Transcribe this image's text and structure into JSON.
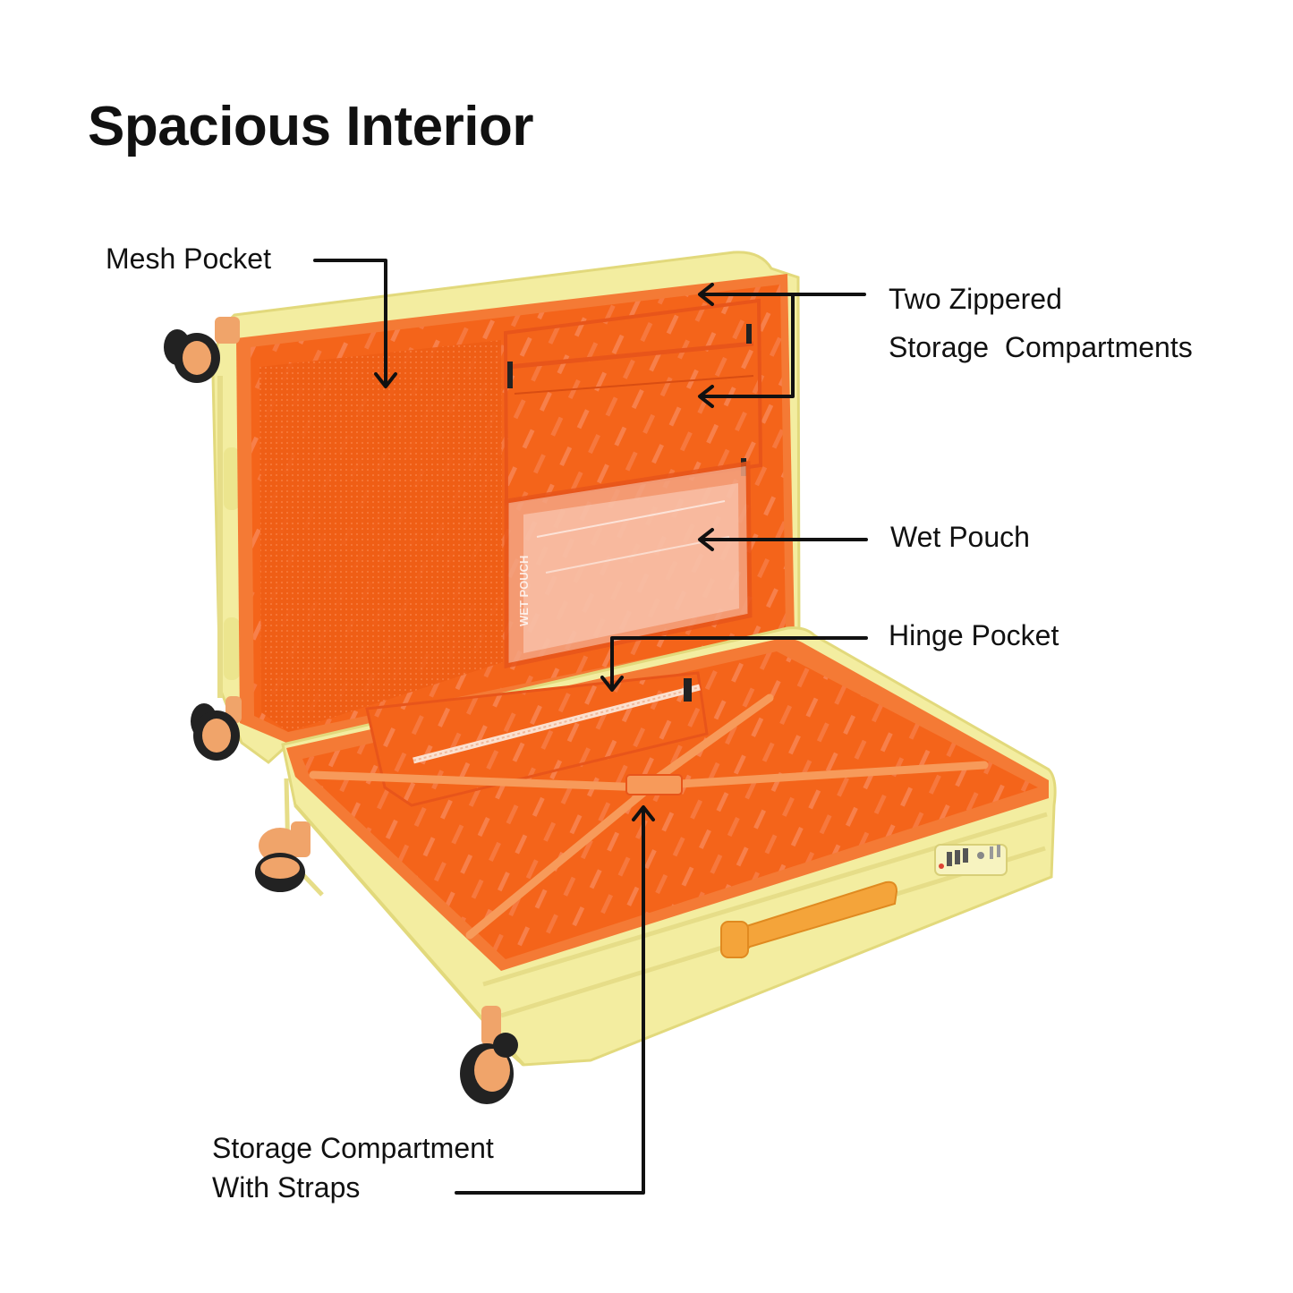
{
  "title": "Spacious Interior",
  "callouts": {
    "mesh_pocket": "Mesh Pocket",
    "two_zippered_line1": "Two Zippered",
    "two_zippered_line2": "Storage  Compartments",
    "wet_pouch": "Wet Pouch",
    "hinge_pocket": "Hinge Pocket",
    "storage_straps_line1": "Storage Compartment",
    "storage_straps_line2": "With Straps"
  },
  "pouch_print": "WET POUCH",
  "colors": {
    "shell": "#f3eda0",
    "shell_dark": "#e2d97c",
    "lining": "#f4641a",
    "lining_light": "#f8895a",
    "wheel_orange": "#f0a46a",
    "wheel_dark": "#222222",
    "handle": "#f4a43a",
    "leader": "#111111"
  }
}
